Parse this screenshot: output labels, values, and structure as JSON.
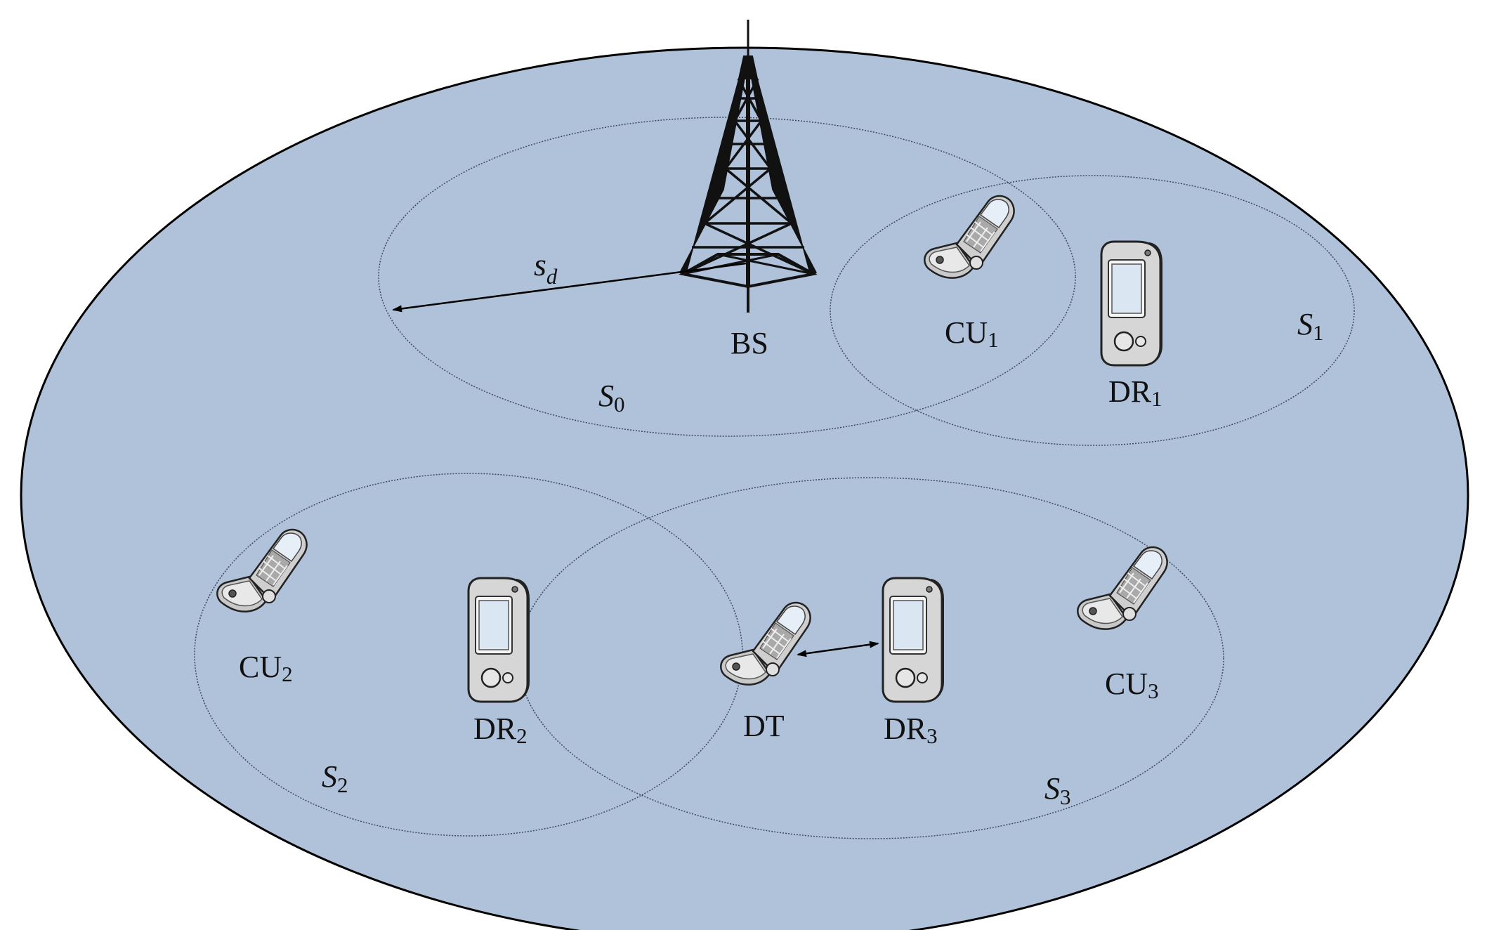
{
  "diagram": {
    "colors": {
      "cell_fill": "#b0c2da",
      "outline": "#000000",
      "region_stroke": "#3c4a5e",
      "device_body": "#d9d9d9",
      "device_screen": "#dfe9f5",
      "tower": "#111111"
    },
    "base_station": {
      "label": "BS",
      "icon": "cell-tower-icon"
    },
    "radius_label": {
      "base": "s",
      "sub": "d"
    },
    "regions": [
      {
        "id": "s0",
        "base": "S",
        "sub": "0"
      },
      {
        "id": "s1",
        "base": "S",
        "sub": "1"
      },
      {
        "id": "s2",
        "base": "S",
        "sub": "2"
      },
      {
        "id": "s3",
        "base": "S",
        "sub": "3"
      }
    ],
    "devices": [
      {
        "id": "cu1",
        "base": "CU",
        "sub": "1",
        "icon": "flip-phone-icon"
      },
      {
        "id": "dr1",
        "base": "DR",
        "sub": "1",
        "icon": "pda-phone-icon"
      },
      {
        "id": "cu2",
        "base": "CU",
        "sub": "2",
        "icon": "flip-phone-icon"
      },
      {
        "id": "dr2",
        "base": "DR",
        "sub": "2",
        "icon": "pda-phone-icon"
      },
      {
        "id": "dt",
        "base": "DT",
        "sub": "",
        "icon": "flip-phone-icon"
      },
      {
        "id": "dr3",
        "base": "DR",
        "sub": "3",
        "icon": "pda-phone-icon"
      },
      {
        "id": "cu3",
        "base": "CU",
        "sub": "3",
        "icon": "flip-phone-icon"
      }
    ]
  }
}
